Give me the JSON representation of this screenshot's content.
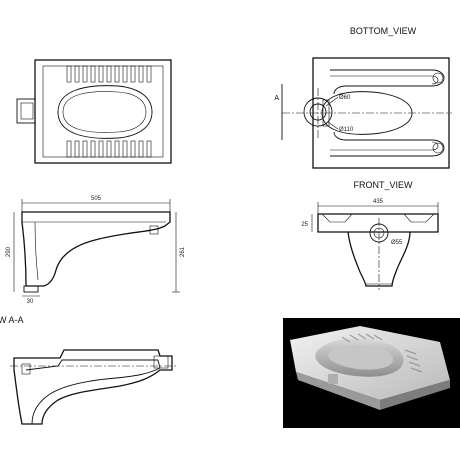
{
  "views": {
    "bottom_view_title": "BOTTOM_VIEW",
    "front_view_title": "FRONT_VIEW",
    "section_title": "W  A-A",
    "section_marker": "A"
  },
  "dimensions": {
    "outlet_inner": "Ø60",
    "outlet_outer": "Ø110",
    "side_length": "505",
    "side_height_left": "290",
    "side_height_right": "261",
    "side_foot": "30",
    "front_width": "435",
    "front_rim": "25",
    "front_outlet": "Ø55"
  }
}
